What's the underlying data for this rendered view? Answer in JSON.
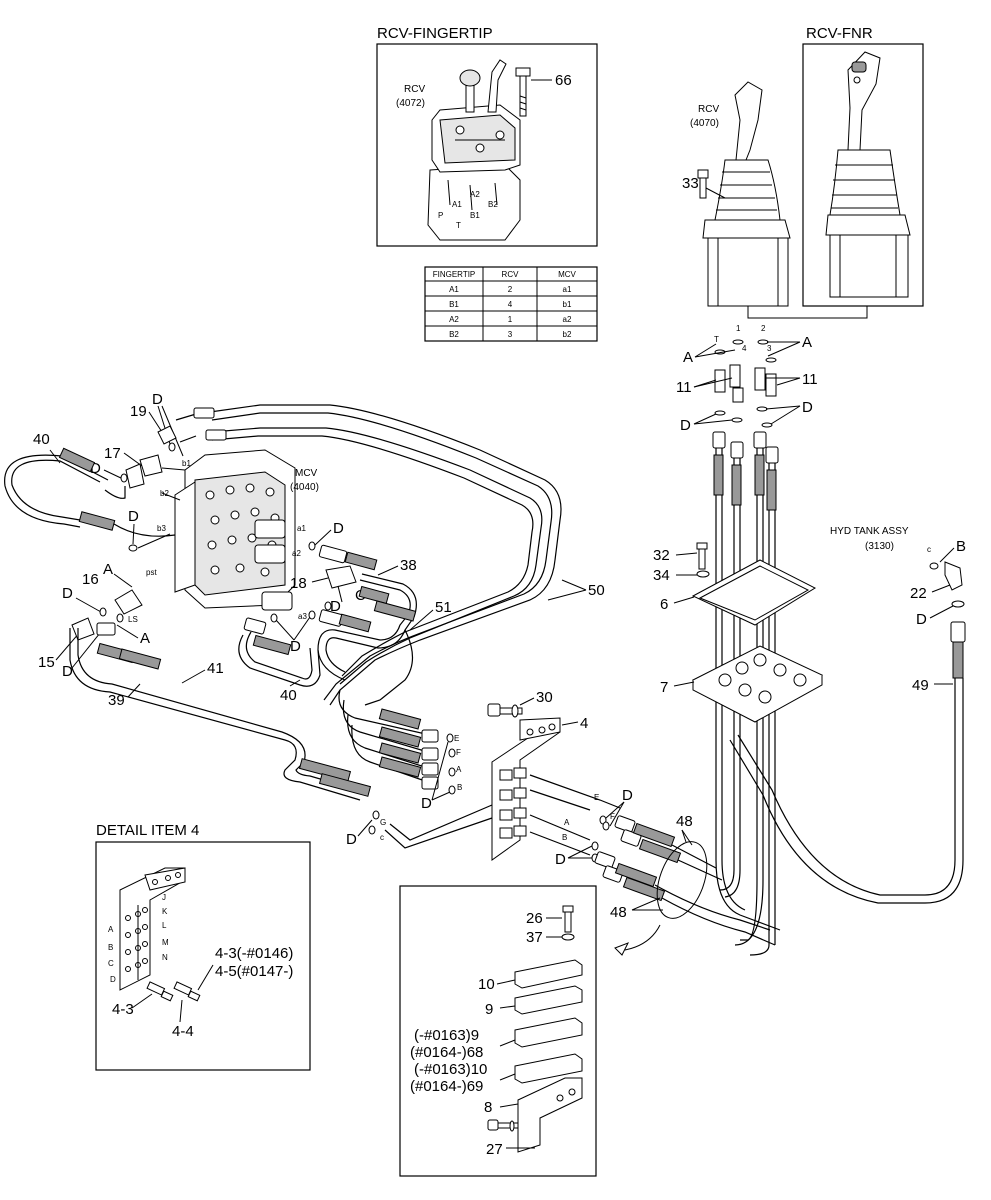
{
  "frames": {
    "rcv_fingertip": {
      "title": "RCV-FINGERTIP",
      "rcv_label": "RCV",
      "rcv_code": "(4072)",
      "callout": "66",
      "ports": {
        "a1": "A1",
        "a2": "A2",
        "b1": "B1",
        "b2": "B2",
        "p": "P",
        "t": "T"
      }
    },
    "rcv_fnr": {
      "title": "RCV-FNR"
    },
    "detail_item4": {
      "title": "DETAIL ITEM 4",
      "letters_left": [
        "A",
        "B",
        "C",
        "D"
      ],
      "letters_right": [
        "J",
        "K",
        "L",
        "M",
        "N"
      ],
      "callouts": {
        "c43_top": "4-3(-#0146)",
        "c45": "4-5(#0147-)",
        "c43": "4-3",
        "c44": "4-4"
      }
    },
    "clamp_detail": {
      "callouts": {
        "c26": "26",
        "c37": "37",
        "c10": "10",
        "c9": "9",
        "c9b": "(-#0163)9",
        "c68": "(#0164-)68",
        "c10b": "(-#0163)10",
        "c69": "(#0164-)69",
        "c8": "8",
        "c27": "27"
      }
    }
  },
  "table": {
    "headers": [
      "FINGERTIP",
      "RCV",
      "MCV"
    ],
    "rows": [
      [
        "A1",
        "2",
        "a1"
      ],
      [
        "B1",
        "4",
        "b1"
      ],
      [
        "A2",
        "1",
        "a2"
      ],
      [
        "B2",
        "3",
        "b2"
      ]
    ]
  },
  "labels": {
    "rcv_main": "RCV",
    "rcv_main_code": "(4070)",
    "mcv": "MCV",
    "mcv_code": "(4040)",
    "hyd_tank": "HYD TANK ASSY",
    "hyd_tank_code": "(3130)"
  },
  "callouts": {
    "c33": "33",
    "c11a": "11",
    "c11b": "11",
    "c19": "19",
    "c17": "17",
    "c40a": "40",
    "c40b": "40",
    "c16": "16",
    "c15": "15",
    "c18": "18",
    "c38": "38",
    "c51": "51",
    "c50": "50",
    "c41": "41",
    "c39": "39",
    "c32": "32",
    "c34": "34",
    "c6": "6",
    "c7": "7",
    "c22": "22",
    "c49": "49",
    "c30": "30",
    "c4": "4",
    "c48a": "48",
    "c48b": "48"
  },
  "letters": {
    "A": "A",
    "B": "B",
    "C": "C",
    "D": "D",
    "E": "E",
    "F": "F",
    "G": "G",
    "c": "c"
  },
  "port_marks": {
    "a1": "a1",
    "a2": "a2",
    "a3": "a3",
    "b1": "b1",
    "b2": "b2",
    "b3": "b3",
    "pst": "pst",
    "ls": "LS",
    "n1": "1",
    "n2": "2",
    "n3": "3",
    "n4": "4",
    "t": "T"
  }
}
